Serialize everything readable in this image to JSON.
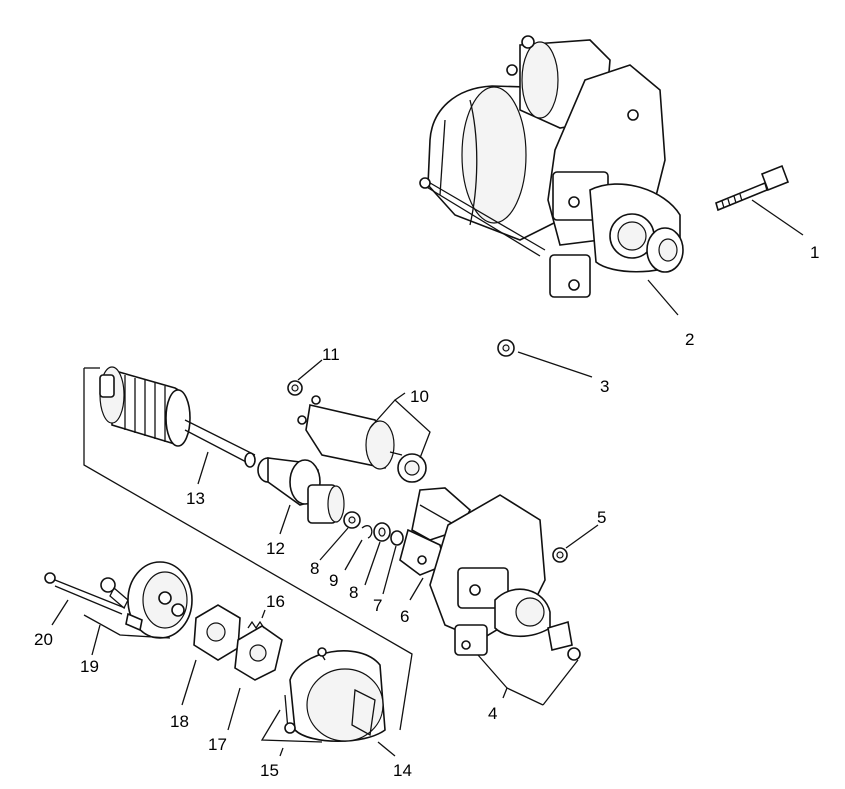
{
  "diagram": {
    "labels": [
      "1",
      "2",
      "3",
      "4",
      "5",
      "6",
      "7",
      "8",
      "8",
      "9",
      "10",
      "11",
      "12",
      "13",
      "14",
      "15",
      "16",
      "17",
      "18",
      "19",
      "20"
    ]
  }
}
